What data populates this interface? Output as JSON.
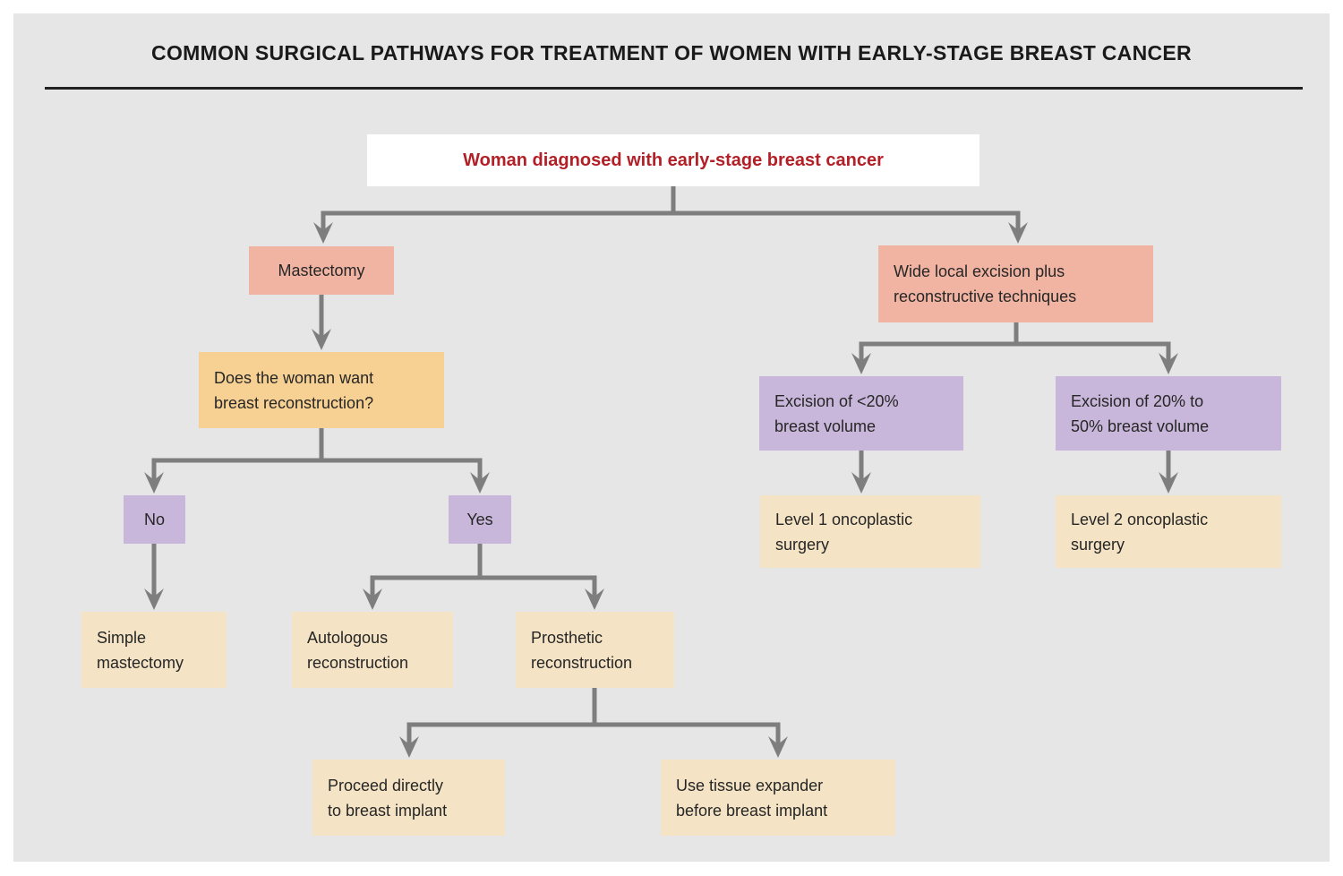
{
  "title": "COMMON SURGICAL PATHWAYS FOR TREATMENT OF WOMEN WITH EARLY-STAGE BREAST CANCER",
  "palette": {
    "panel_background": "#e7e6e7",
    "start_box_background": "#ffffff",
    "start_text_red": "#b21f26",
    "primary_branch_salmon": "#f1b4a2",
    "decision_orange": "#f7d193",
    "option_purple": "#c8b7da",
    "outcome_cream": "#f4e3c4",
    "connector_gray": "#7e7e7e",
    "text_color": "#262626"
  },
  "nodes": {
    "diagnosis": {
      "label": "Woman diagnosed with early-stage breast cancer"
    },
    "mastectomy": {
      "label": "Mastectomy"
    },
    "wide_excision": {
      "label": "Wide local excision plus\nreconstructive techniques"
    },
    "reconstruction_question": {
      "label": "Does the woman want\nbreast reconstruction?"
    },
    "no": {
      "label": "No"
    },
    "yes": {
      "label": "Yes"
    },
    "simple_mastectomy": {
      "label": "Simple\nmastectomy"
    },
    "autologous_reconstruction": {
      "label": "Autologous\nreconstruction"
    },
    "prosthetic_reconstruction": {
      "label": "Prosthetic\nreconstruction"
    },
    "excision_under_20": {
      "label": "Excision of <20%\nbreast volume"
    },
    "excision_20_to_50": {
      "label": "Excision of 20% to\n50% breast volume"
    },
    "level1_oncoplastic": {
      "label": "Level 1 oncoplastic\nsurgery"
    },
    "level2_oncoplastic": {
      "label": "Level 2 oncoplastic\nsurgery"
    },
    "direct_implant": {
      "label": "Proceed directly\nto breast implant"
    },
    "tissue_expander": {
      "label": "Use tissue expander\nbefore breast implant"
    }
  }
}
